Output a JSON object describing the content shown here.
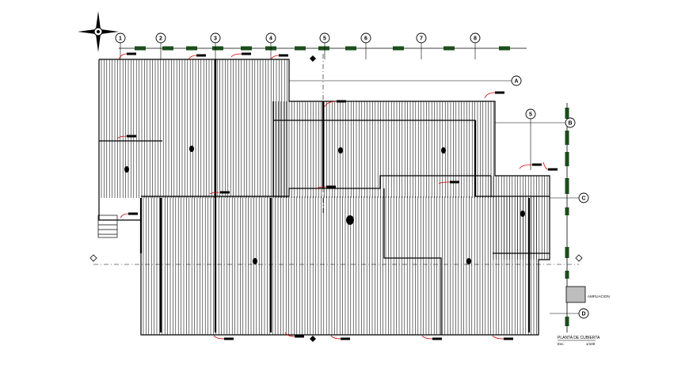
{
  "drawing": {
    "title": "PLANTA DE CUBIERTA",
    "scale_prefix": "Esc.",
    "scale_value": "1/100",
    "annotation": "AMPLIACION"
  },
  "grid": {
    "columns": [
      "1",
      "2",
      "3",
      "4",
      "5",
      "6",
      "7",
      "8"
    ],
    "rows": [
      "A",
      "B",
      "C",
      "D"
    ],
    "extra": "5"
  },
  "colors": {
    "line": "#000000",
    "dim_green": "#1a4d1a",
    "dim_red": "#cc0000",
    "callout_fill": "#bdbdbd"
  },
  "icons": {
    "north": "compass-rose-icon",
    "section": "section-marker-icon"
  }
}
